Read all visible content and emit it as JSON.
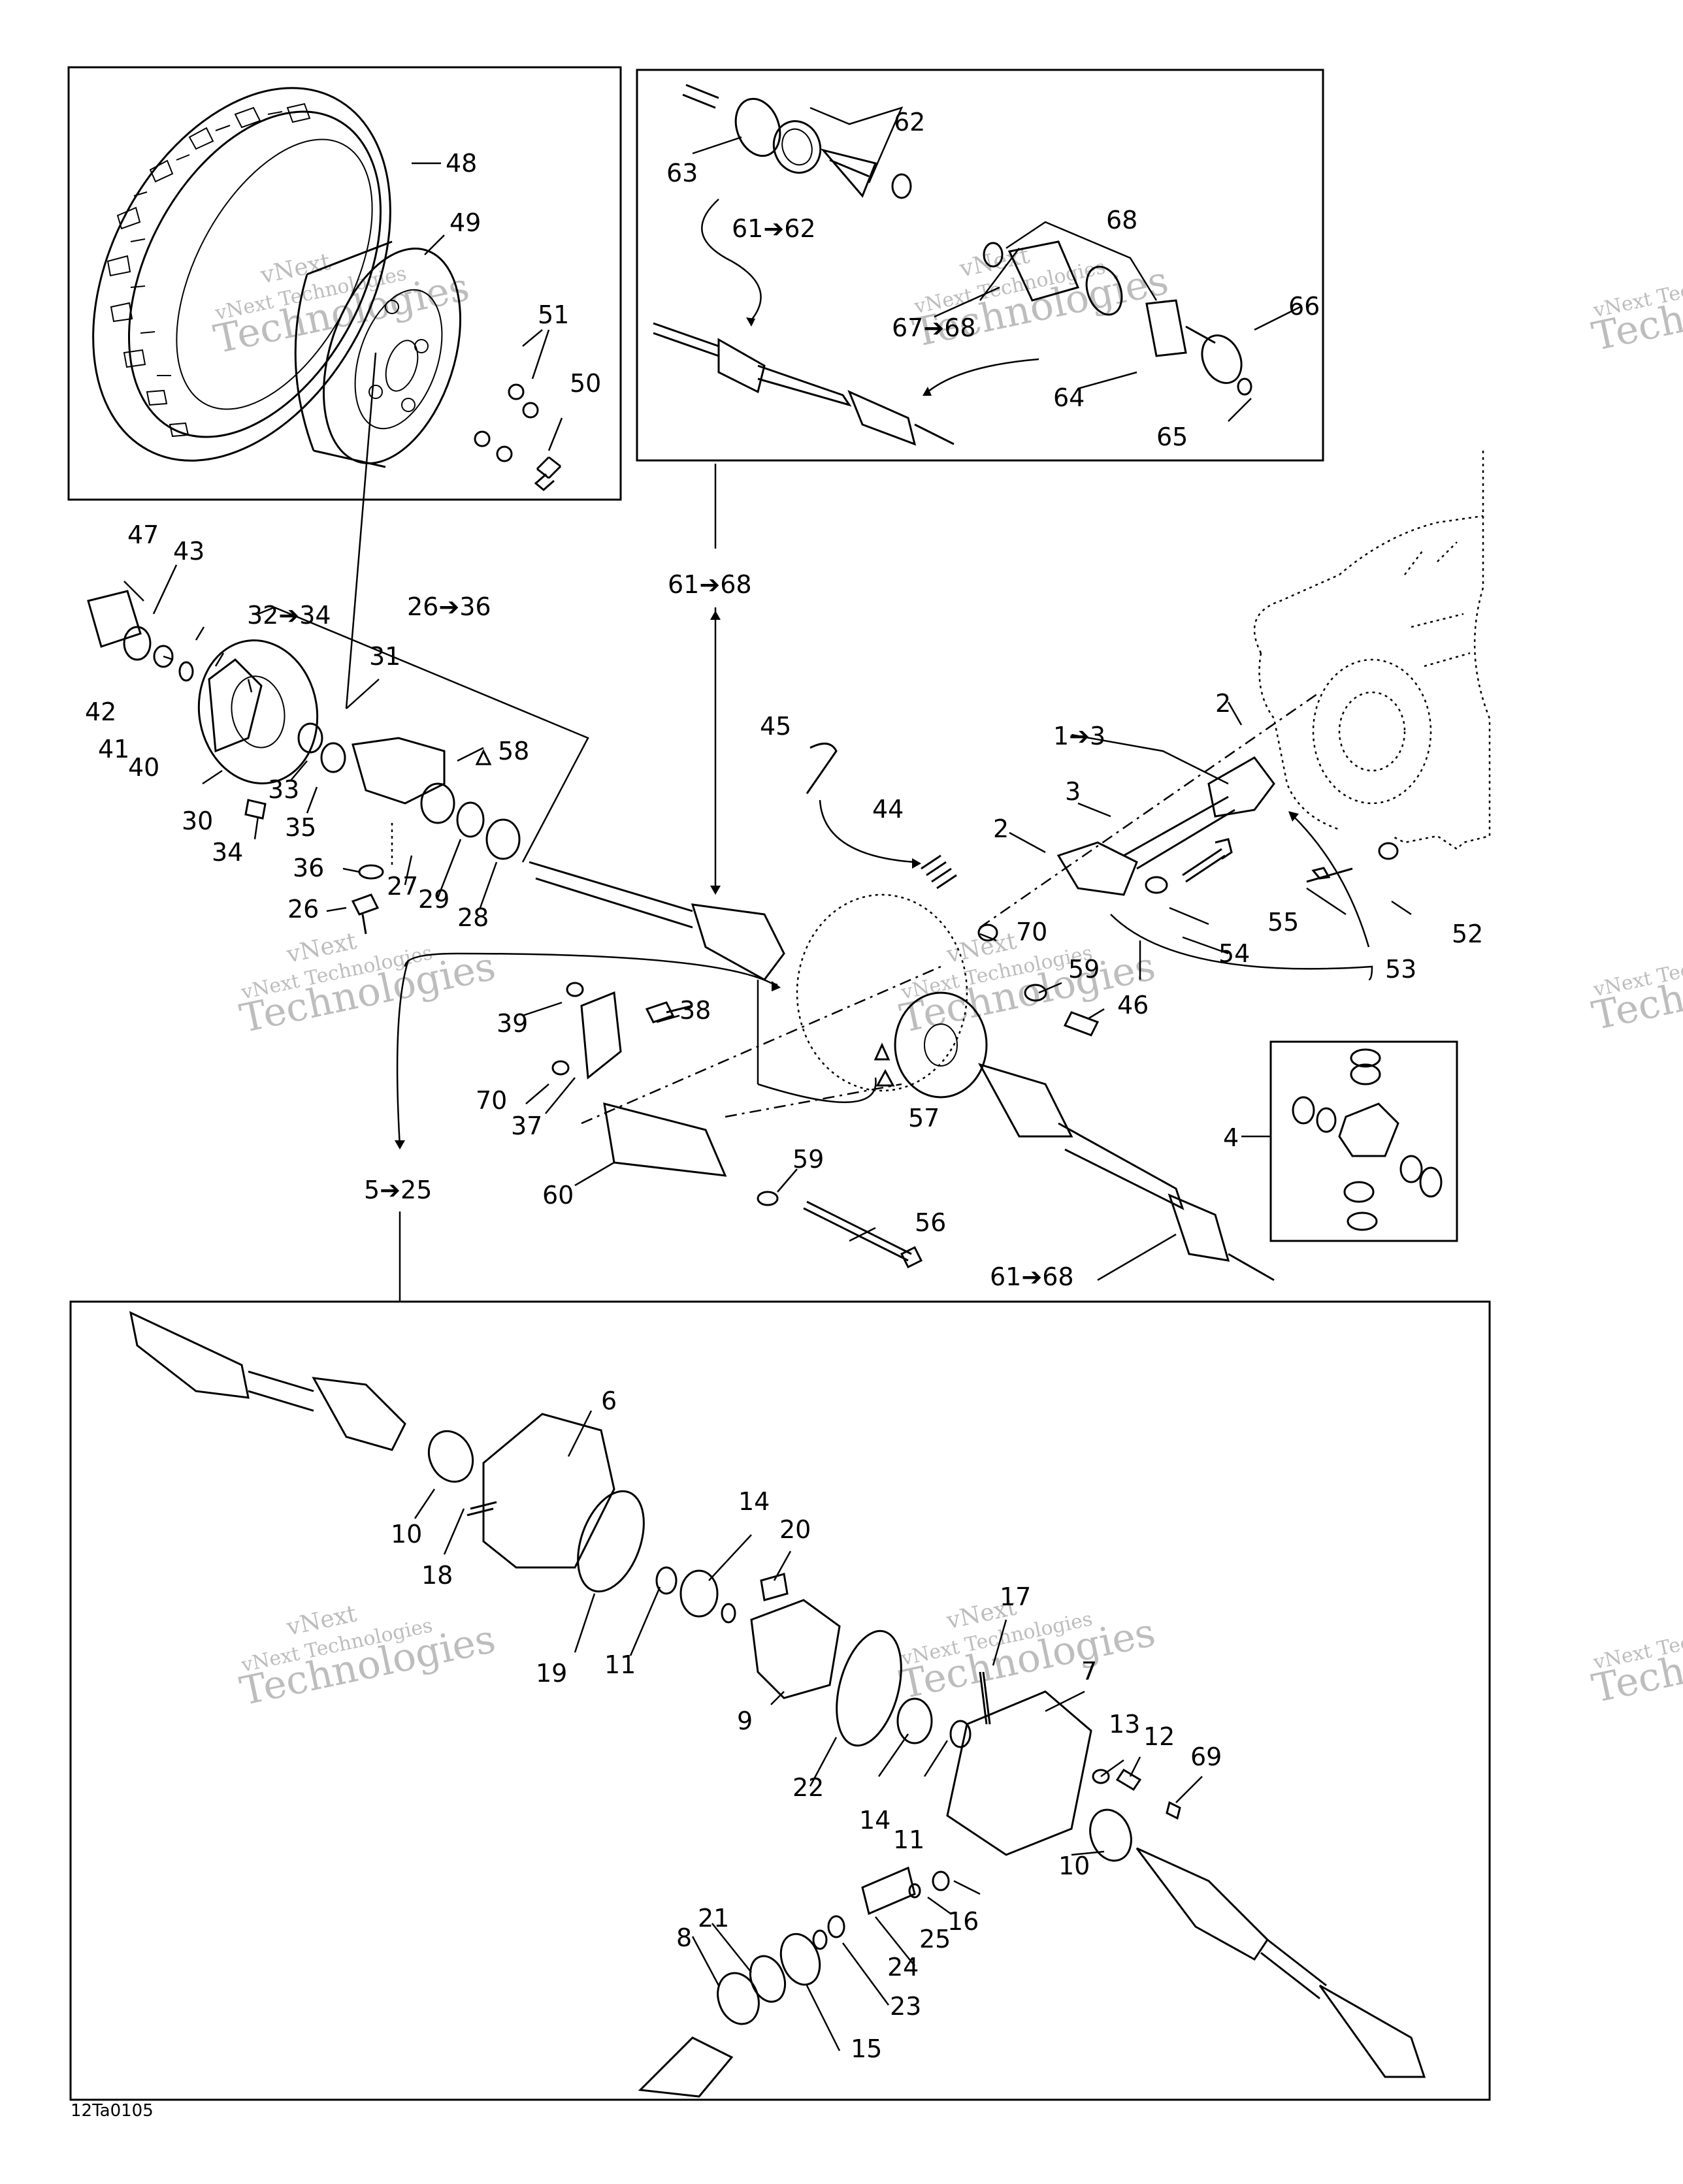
{
  "callouts": [
    {
      "id": "c48",
      "text": "48"
    },
    {
      "id": "c49",
      "text": "49"
    },
    {
      "id": "c51",
      "text": "51"
    },
    {
      "id": "c50",
      "text": "50"
    },
    {
      "id": "c62",
      "text": "62"
    },
    {
      "id": "c63",
      "text": "63"
    },
    {
      "id": "c61_62",
      "text": "61➔62"
    },
    {
      "id": "c68",
      "text": "68"
    },
    {
      "id": "c67_68",
      "text": "67➔68"
    },
    {
      "id": "c66",
      "text": "66"
    },
    {
      "id": "c64",
      "text": "64"
    },
    {
      "id": "c65",
      "text": "65"
    },
    {
      "id": "c47",
      "text": "47"
    },
    {
      "id": "c43",
      "text": "43"
    },
    {
      "id": "c32_34",
      "text": "32➔34"
    },
    {
      "id": "c26_36",
      "text": "26➔36"
    },
    {
      "id": "c31",
      "text": "31"
    },
    {
      "id": "c42",
      "text": "42"
    },
    {
      "id": "c41",
      "text": "41"
    },
    {
      "id": "c40",
      "text": "40"
    },
    {
      "id": "c58",
      "text": "58"
    },
    {
      "id": "c30",
      "text": "30"
    },
    {
      "id": "c33",
      "text": "33"
    },
    {
      "id": "c35",
      "text": "35"
    },
    {
      "id": "c34",
      "text": "34"
    },
    {
      "id": "c36",
      "text": "36"
    },
    {
      "id": "c27",
      "text": "27"
    },
    {
      "id": "c29",
      "text": "29"
    },
    {
      "id": "c28",
      "text": "28"
    },
    {
      "id": "c26",
      "text": "26"
    },
    {
      "id": "c61_68_top",
      "text": "61➔68"
    },
    {
      "id": "c45",
      "text": "45"
    },
    {
      "id": "c1_3",
      "text": "1➔3"
    },
    {
      "id": "c2a",
      "text": "2"
    },
    {
      "id": "c3",
      "text": "3"
    },
    {
      "id": "c44",
      "text": "44"
    },
    {
      "id": "c2b",
      "text": "2"
    },
    {
      "id": "c55",
      "text": "55"
    },
    {
      "id": "c52",
      "text": "52"
    },
    {
      "id": "c54",
      "text": "54"
    },
    {
      "id": "c53",
      "text": "53"
    },
    {
      "id": "c70a",
      "text": "70"
    },
    {
      "id": "c59a",
      "text": "59"
    },
    {
      "id": "c46",
      "text": "46"
    },
    {
      "id": "c39",
      "text": "39"
    },
    {
      "id": "c38",
      "text": "38"
    },
    {
      "id": "c70b",
      "text": "70"
    },
    {
      "id": "c37",
      "text": "37"
    },
    {
      "id": "c57",
      "text": "57"
    },
    {
      "id": "c59b",
      "text": "59"
    },
    {
      "id": "c60",
      "text": "60"
    },
    {
      "id": "c56",
      "text": "56"
    },
    {
      "id": "c4",
      "text": "4"
    },
    {
      "id": "c61_68_bot",
      "text": "61➔68"
    },
    {
      "id": "c5_25",
      "text": "5➔25"
    },
    {
      "id": "c6",
      "text": "6"
    },
    {
      "id": "c10a",
      "text": "10"
    },
    {
      "id": "c18",
      "text": "18"
    },
    {
      "id": "c14a",
      "text": "14"
    },
    {
      "id": "c20",
      "text": "20"
    },
    {
      "id": "c19",
      "text": "19"
    },
    {
      "id": "c11a",
      "text": "11"
    },
    {
      "id": "c17",
      "text": "17"
    },
    {
      "id": "c9",
      "text": "9"
    },
    {
      "id": "c7",
      "text": "7"
    },
    {
      "id": "c13",
      "text": "13"
    },
    {
      "id": "c12",
      "text": "12"
    },
    {
      "id": "c69",
      "text": "69"
    },
    {
      "id": "c22",
      "text": "22"
    },
    {
      "id": "c14b",
      "text": "14"
    },
    {
      "id": "c11b",
      "text": "11"
    },
    {
      "id": "c10b",
      "text": "10"
    },
    {
      "id": "c16",
      "text": "16"
    },
    {
      "id": "c25",
      "text": "25"
    },
    {
      "id": "c24",
      "text": "24"
    },
    {
      "id": "c21",
      "text": "21"
    },
    {
      "id": "c8",
      "text": "8"
    },
    {
      "id": "c23",
      "text": "23"
    },
    {
      "id": "c15",
      "text": "15"
    }
  ],
  "figure_code": "12Ta0105",
  "watermark": {
    "line1": "vNext",
    "line2": "vNext Technologies",
    "line3": "Technologies"
  }
}
